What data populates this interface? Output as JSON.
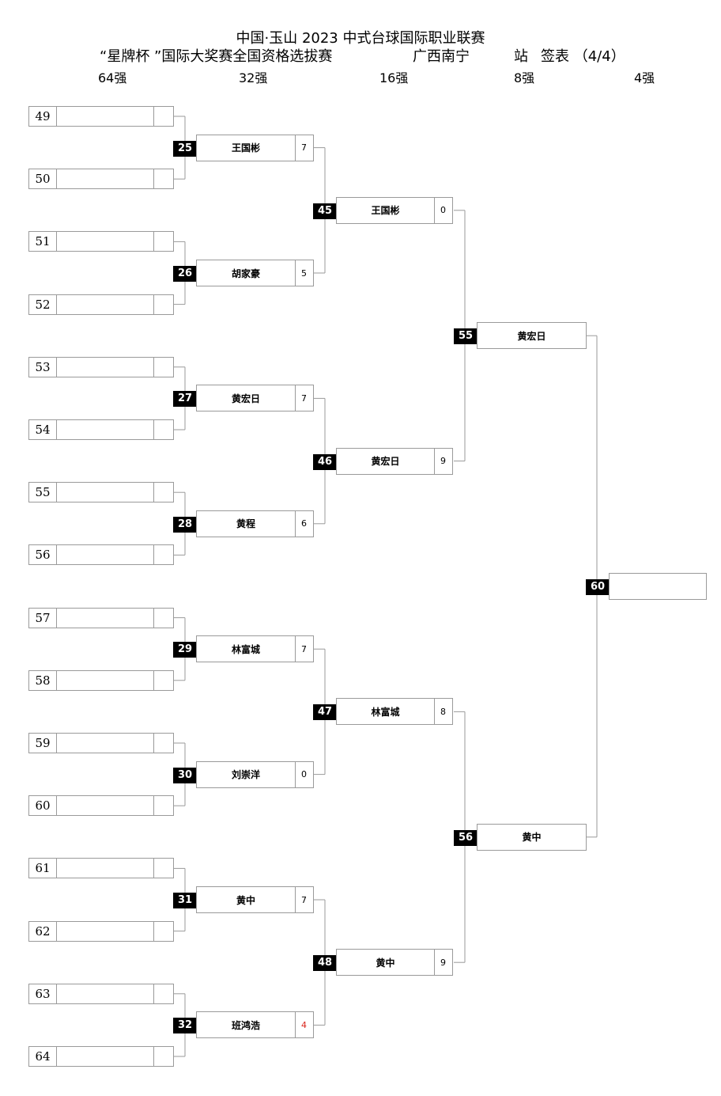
{
  "header": {
    "title": "中国·玉山  2023 中式台球国际职业联赛",
    "subtitle": "“星牌杯 ”国际大奖赛全国资格选拔赛",
    "station": "广西南宁",
    "station_suffix": "站",
    "sheet": "签表 （4/4）"
  },
  "rounds": [
    "64强",
    "32强",
    "16强",
    "8强",
    "4强"
  ],
  "r64_slots": [
    "49",
    "50",
    "51",
    "52",
    "53",
    "54",
    "55",
    "56",
    "57",
    "58",
    "59",
    "60",
    "61",
    "62",
    "63",
    "64"
  ],
  "r32": [
    {
      "num": "25",
      "player": "王国彬",
      "score": "7"
    },
    {
      "num": "26",
      "player": "胡家豪",
      "score": "5"
    },
    {
      "num": "27",
      "player": "黄宏日",
      "score": "7"
    },
    {
      "num": "28",
      "player": "黄程",
      "score": "6"
    },
    {
      "num": "29",
      "player": "林富城",
      "score": "7"
    },
    {
      "num": "30",
      "player": "刘崇洋",
      "score": "0"
    },
    {
      "num": "31",
      "player": "黄中",
      "score": "7"
    },
    {
      "num": "32",
      "player": "班鸿浩",
      "score": "4",
      "score_color": "#d9241b"
    }
  ],
  "r16": [
    {
      "num": "45",
      "player": "王国彬",
      "score": "0"
    },
    {
      "num": "46",
      "player": "黄宏日",
      "score": "9"
    },
    {
      "num": "47",
      "player": "林富城",
      "score": "8"
    },
    {
      "num": "48",
      "player": "黄中",
      "score": "9"
    }
  ],
  "qf": [
    {
      "num": "55",
      "player": "黄宏日",
      "score": ""
    },
    {
      "num": "56",
      "player": "黄中",
      "score": ""
    }
  ],
  "sf": [
    {
      "num": "60",
      "player": "",
      "score": ""
    }
  ]
}
